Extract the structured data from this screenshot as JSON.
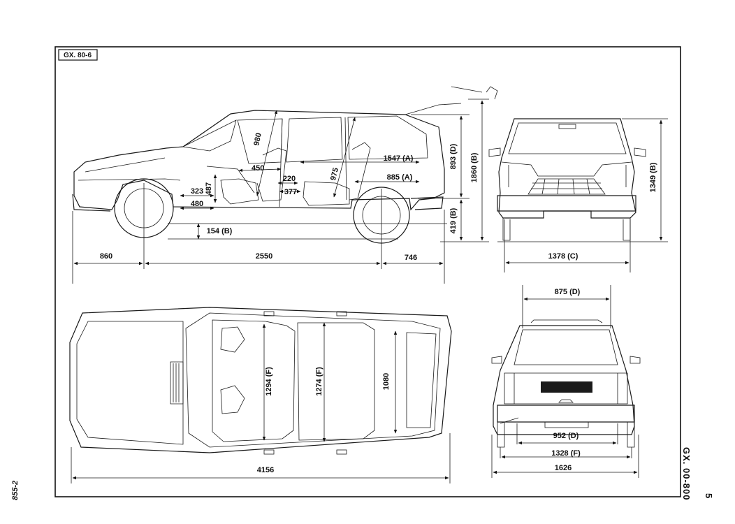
{
  "sheet": {
    "label": "GX. 80-6",
    "page_code": "GX. 00-800",
    "page_number": "5",
    "doc_ref": "855-2"
  },
  "side_view": {
    "dims": {
      "front_overhang": "860",
      "wheelbase": "2550",
      "rear_overhang": "746",
      "ground_clearance": "154 (B)",
      "seat_back_height": "980",
      "seat_gap_450": "450",
      "rear_legroom": "1547 (A)",
      "rear_seat_length": "885 (A)",
      "rear_headroom": "975",
      "dim_323": "323",
      "dim_480": "480",
      "dim_487": "487",
      "dim_220": "220",
      "dim_377": "377",
      "load_height": "893 (D)",
      "overall_height": "1860 (B)",
      "sill_height": "419 (B)"
    }
  },
  "front_view": {
    "dims": {
      "height": "1349 (B)",
      "width": "1378 (C)"
    }
  },
  "top_view": {
    "dims": {
      "overall_length": "4156",
      "front_interior_width": "1294 (F)",
      "rear_interior_width": "1274 (F)",
      "load_floor_width": "1080"
    }
  },
  "rear_view": {
    "dims": {
      "top_width": "875 (D)",
      "opening_width": "952 (D)",
      "track": "1328 (F)",
      "overall_width": "1626"
    }
  }
}
